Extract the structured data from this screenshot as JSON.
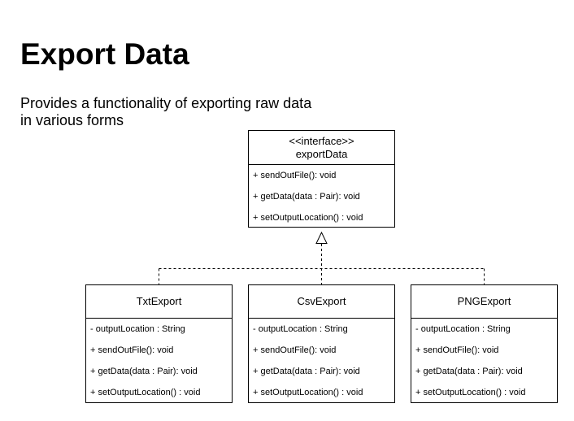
{
  "title": "Export Data",
  "description": "Provides a functionality of exporting raw data in various forms",
  "interface": {
    "stereotype": "<<interface>>",
    "name": "exportData",
    "members": [
      "+ sendOutFile(): void",
      "+ getData(data : Pair): void",
      "+ setOutputLocation() : void"
    ]
  },
  "classes": [
    {
      "name": "TxtExport",
      "members": [
        "- outputLocation : String",
        "+ sendOutFile(): void",
        "+ getData(data : Pair): void",
        "+ setOutputLocation() : void"
      ]
    },
    {
      "name": "CsvExport",
      "members": [
        "- outputLocation : String",
        "+ sendOutFile(): void",
        "+ getData(data : Pair): void",
        "+ setOutputLocation() : void"
      ]
    },
    {
      "name": "PNGExport",
      "members": [
        "- outputLocation : String",
        "+ sendOutFile(): void",
        "+ getData(data : Pair): void",
        "+ setOutputLocation() : void"
      ]
    }
  ]
}
